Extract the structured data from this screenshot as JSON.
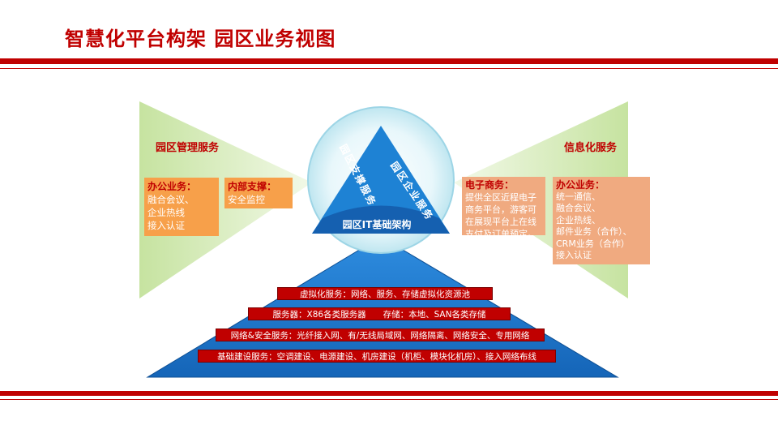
{
  "header": {
    "title": "智慧化平台构架 园区业务视图"
  },
  "left": {
    "label": "园区管理服务",
    "box_office": {
      "head": "办公业务：",
      "lines": [
        "融合会议、",
        "企业热线",
        "接入认证"
      ]
    },
    "box_support": {
      "head": "内部支撑：",
      "lines": [
        "安全监控"
      ]
    }
  },
  "right": {
    "label": "信息化服务",
    "box_ecom": {
      "head": "电子商务：",
      "lines": [
        "提供全区近程电子",
        "商务平台，游客可",
        "在展现平台上在线",
        "支付及订单预定。"
      ]
    },
    "box_office": {
      "head": "办公业务：",
      "lines": [
        "统一通信、",
        "融合会议、",
        "企业热线、",
        "邮件业务（合作）、",
        "CRM业务（合作）",
        "接入认证"
      ]
    }
  },
  "triangle": {
    "left_side": "园区支撑服务",
    "right_side": "园区企业服务",
    "base": "园区IT基础架构"
  },
  "layers": [
    "虚拟化服务：网络、服务、存储虚拟化资源池",
    "服务器：X86各类服务器　　存储：本地、SAN各类存储",
    "网络&安全服务：光纤接入网、有/无线局域网、网络隔离、网络安全、专用网络",
    "基础建设服务：空调建设、电源建设、机房建设（机柜、模块化机房）、接入网络布线"
  ],
  "colors": {
    "brand_red": "#c00000",
    "blue": "#1f7bd1",
    "green": "#cfe8a8",
    "orange": "#f7a04a"
  }
}
